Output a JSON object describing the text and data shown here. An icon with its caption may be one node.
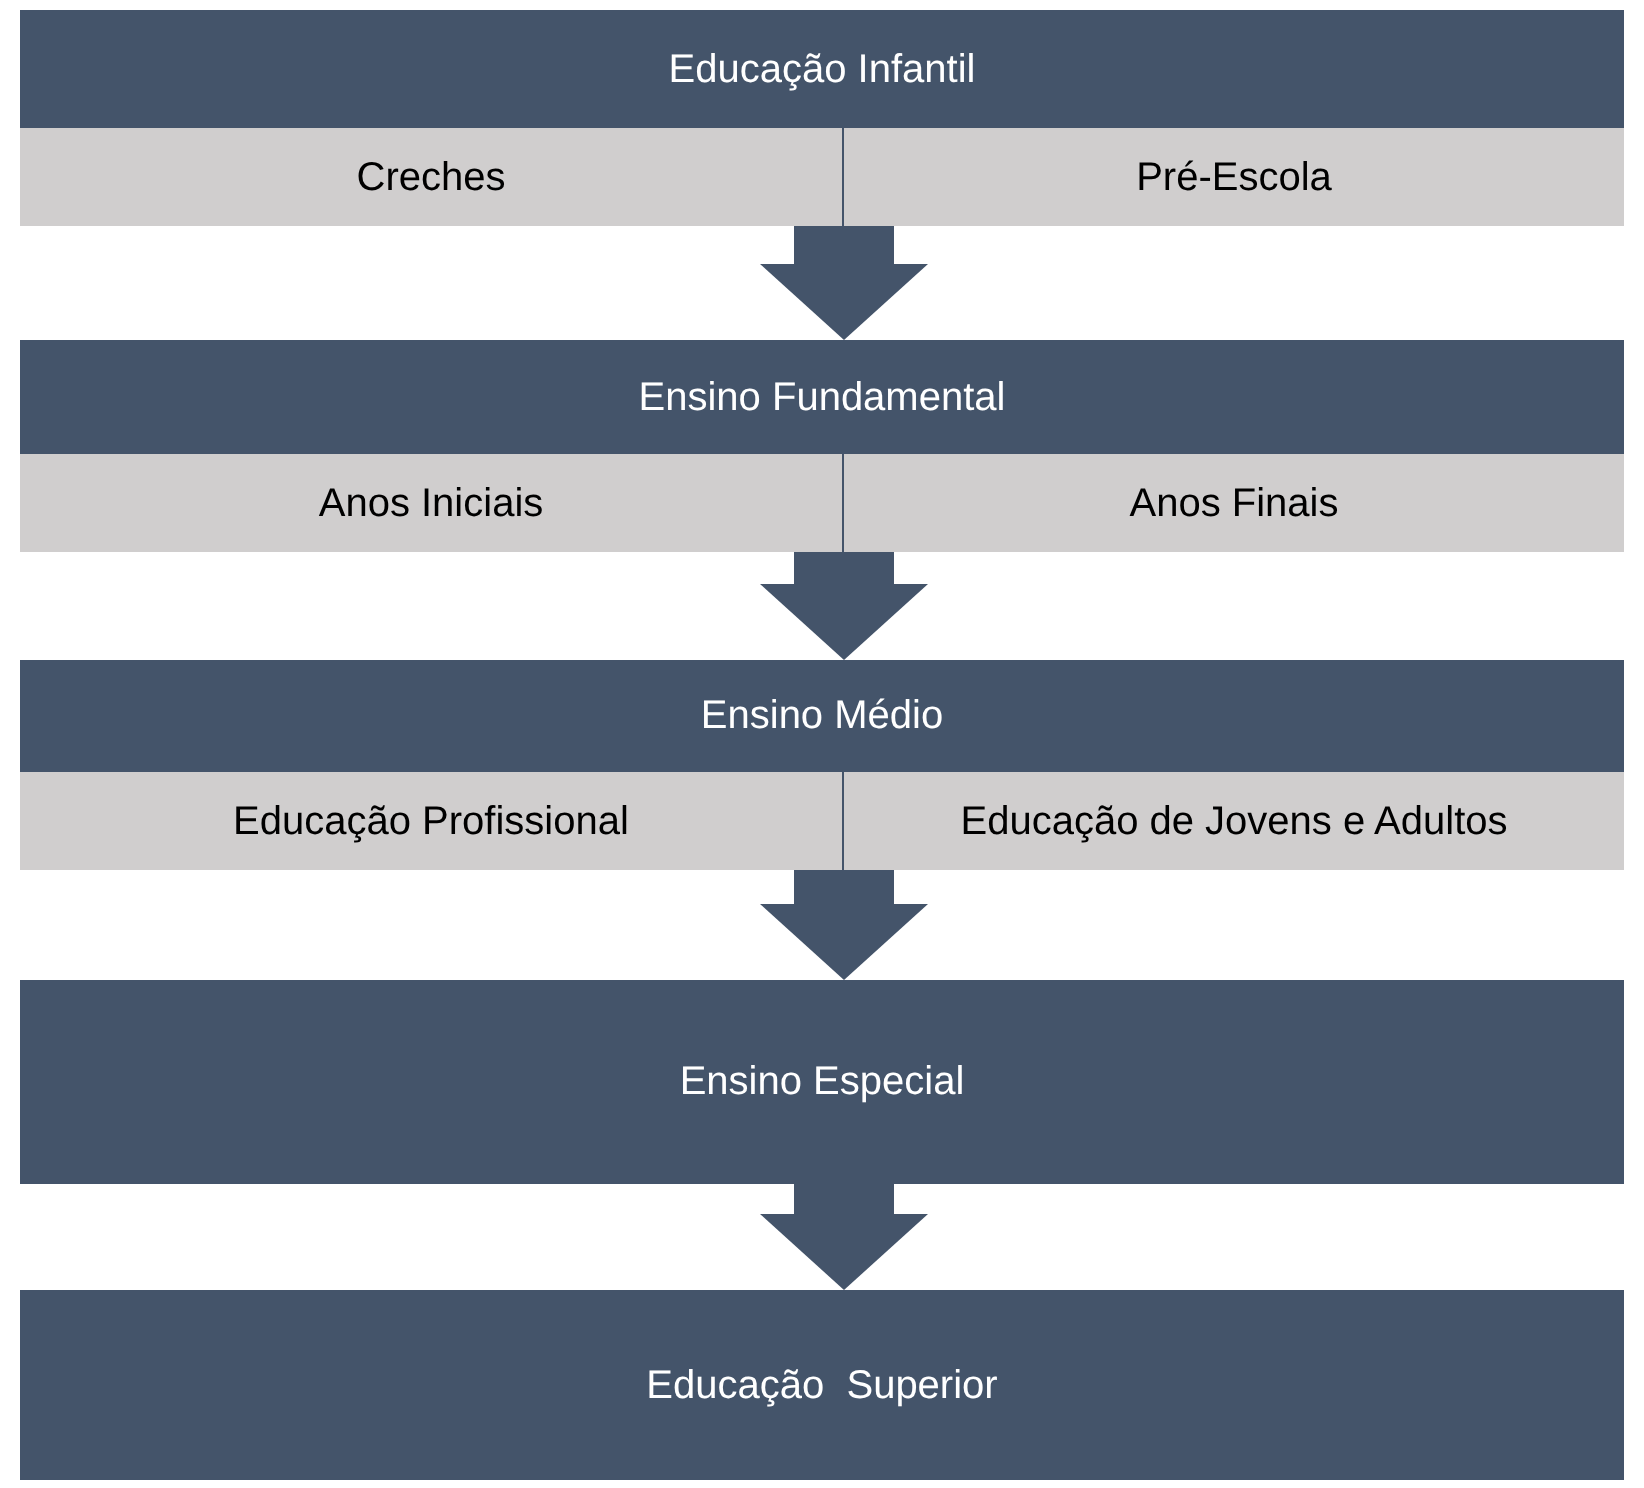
{
  "diagram": {
    "nodes": [
      {
        "text": [
          "Educação Infantil"
        ]
      },
      {
        "text": [
          "Creches"
        ],
        "in": 0
      },
      {
        "text": [
          "Pré-Escola"
        ],
        "in": 0
      },
      {
        "text": [
          "Ensino Fundamental"
        ]
      },
      {
        "text": [
          "Anos Iniciais"
        ],
        "in": 3
      },
      {
        "text": [
          "Anos Finais"
        ],
        "in": 3
      },
      {
        "text": [
          "Ensino Médio"
        ]
      },
      {
        "text": [
          "Educação Profissional"
        ],
        "in": 6
      },
      {
        "text": [
          "Educação de Jovens e Adultos"
        ],
        "in": 6
      },
      {
        "text": [
          "Ensino Especial"
        ]
      },
      {
        "text": [
          "Educação  Superior"
        ]
      }
    ],
    "edges": [
      {
        "from": 0,
        "to": 3,
        "arrow": "to"
      },
      {
        "from": 3,
        "to": 6,
        "arrow": "to"
      },
      {
        "from": 6,
        "to": 9,
        "arrow": "to"
      },
      {
        "from": 9,
        "to": 10,
        "arrow": "to"
      }
    ]
  }
}
